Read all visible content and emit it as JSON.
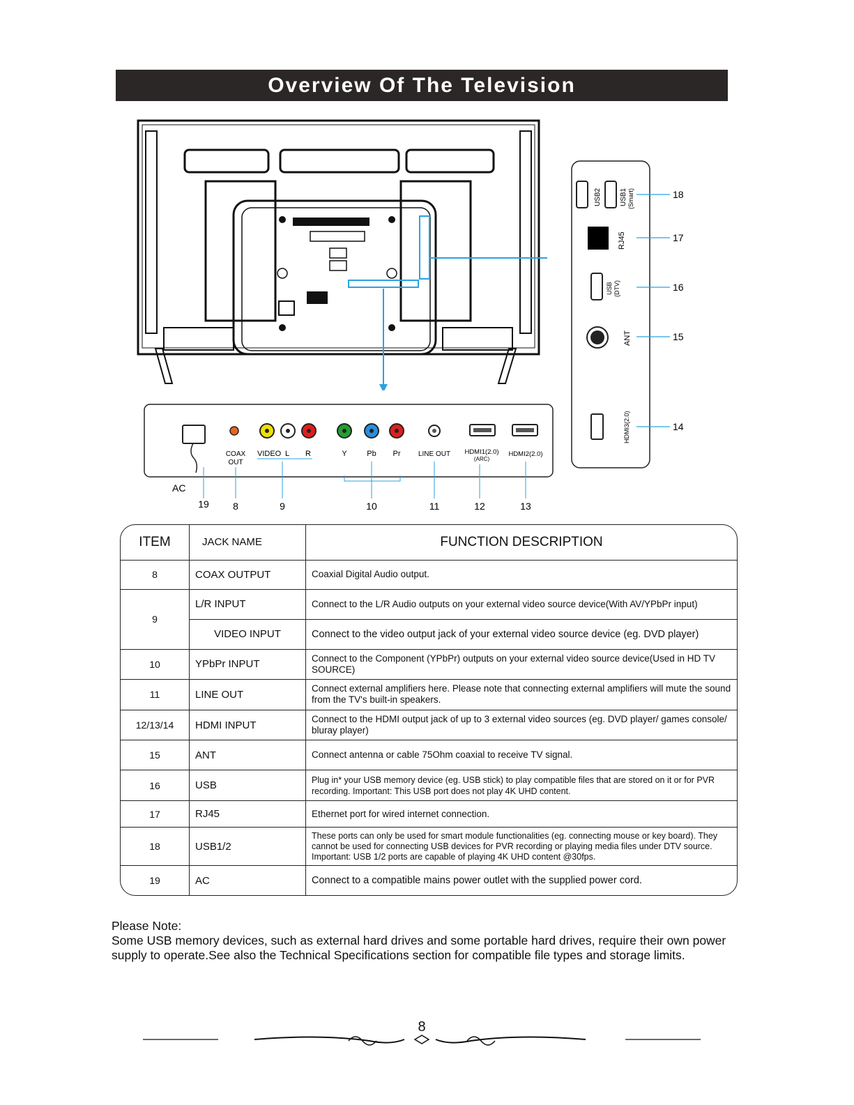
{
  "title": "Overview Of The Television",
  "side_panel": {
    "usb2": "USB2",
    "usb1": "USB1",
    "usb1_sub": "(Smart)",
    "rj45": "RJ45",
    "usb_dtv": "USB",
    "usb_dtv_sub": "(DTV)",
    "ant": "ANT",
    "hdmi3": "HDMI3(2.0)",
    "callouts": [
      "18",
      "17",
      "16",
      "15",
      "14"
    ]
  },
  "bottom_panel": {
    "coax": "COAX",
    "coax_sub": "OUT",
    "video": "VIDEO",
    "l": "L",
    "r": "R",
    "y": "Y",
    "pb": "Pb",
    "pr": "Pr",
    "line_out": "LINE OUT",
    "hdmi1": "HDMI1(2.0)",
    "hdmi1_sub": "(ARC)",
    "hdmi2": "HDMI2(2.0)",
    "ac": "AC",
    "callouts": [
      "19",
      "8",
      "9",
      "10",
      "11",
      "12",
      "13"
    ]
  },
  "table": {
    "headers": [
      "ITEM",
      "JACK NAME",
      "FUNCTION DESCRIPTION"
    ],
    "rows": [
      {
        "item": "8",
        "name": "COAX OUTPUT",
        "desc": "Coaxial Digital Audio output."
      },
      {
        "item": "9",
        "name": "L/R INPUT",
        "desc": "Connect to the L/R Audio outputs on your external video source device(With AV/YPbPr input)"
      },
      {
        "item": "",
        "name": "VIDEO  INPUT",
        "desc": "Connect to the video output jack of your external video source device (eg. DVD player)"
      },
      {
        "item": "10",
        "name": "YPbPr INPUT",
        "desc": "Connect to the Component (YPbPr) outputs on your external video source device(Used in HD TV SOURCE)"
      },
      {
        "item": "11",
        "name": "LINE OUT",
        "desc": "Connect external amplifiers here. Please note that connecting external amplifiers will mute the sound from the TV's built-in speakers."
      },
      {
        "item": "12/13/14",
        "name": "HDMI INPUT",
        "desc": "Connect to the HDMI output jack of up to 3 external video sources (eg. DVD player/ games console/ bluray player)"
      },
      {
        "item": "15",
        "name": "ANT",
        "desc": "Connect antenna or cable 75Ohm coaxial to receive TV signal."
      },
      {
        "item": "16",
        "name": "USB",
        "desc": "Plug in* your USB memory device (eg. USB stick) to play compatible files that are stored on it or for PVR recording. Important: This USB port does not play 4K UHD content."
      },
      {
        "item": "17",
        "name": "RJ45",
        "desc": "Ethernet port for wired internet connection."
      },
      {
        "item": "18",
        "name": "USB1/2",
        "desc": "These ports can only be used for smart module functionalities (eg. connecting mouse or key board). They cannot be used for connecting USB devices for PVR recording or playing media files under DTV source. Important: USB 1/2 ports are capable of playing 4K UHD content @30fps."
      },
      {
        "item": "19",
        "name": "AC",
        "desc": "Connect to a compatible mains power outlet with the supplied power cord."
      }
    ]
  },
  "note": {
    "heading": "Please Note:",
    "body": "Some USB memory devices, such as external hard drives and some portable hard drives, require their own power supply to operate.See also the Technical Specifications section for compatible file types and storage limits."
  },
  "page_number": "8"
}
